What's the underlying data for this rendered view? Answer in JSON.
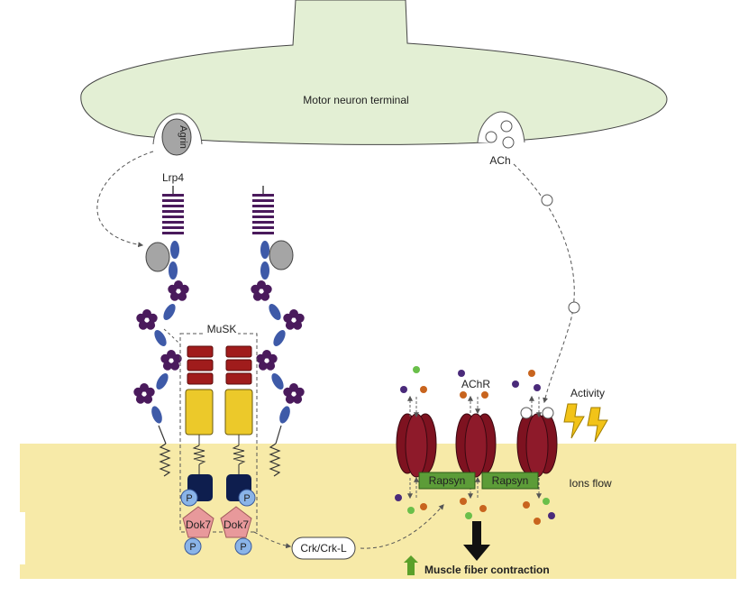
{
  "labels": {
    "terminal": "Motor neuron terminal",
    "agrin": "Agrin",
    "ach": "ACh",
    "lrp4": "Lrp4",
    "musk": "MuSK",
    "achr": "AChR",
    "activity": "Activity",
    "rapsyn": "Rapsyn",
    "ions_flow": "Ions flow",
    "phospho": "P",
    "dok7": "Dok7",
    "crk": "Crk/Crk-L",
    "contraction": "Muscle fiber contraction"
  },
  "colors": {
    "neuron": "#e3efd4",
    "muscle": "#f7eaa8",
    "lrp4_repeats": "#4a1a5c",
    "musk_ig": "#a01c1c",
    "musk_cysteine_rich": "#ecc92a",
    "kinase": "#0e1e4e",
    "phosphate": "#8ab4e8",
    "dok7": "#e8999b",
    "achr": "#7e1220",
    "rapsyn": "#5c9c38",
    "contraction_arrow": "#5aa02a"
  },
  "icons": [
    "lightning-icon",
    "up-arrow-icon",
    "down-arrow-icon"
  ]
}
